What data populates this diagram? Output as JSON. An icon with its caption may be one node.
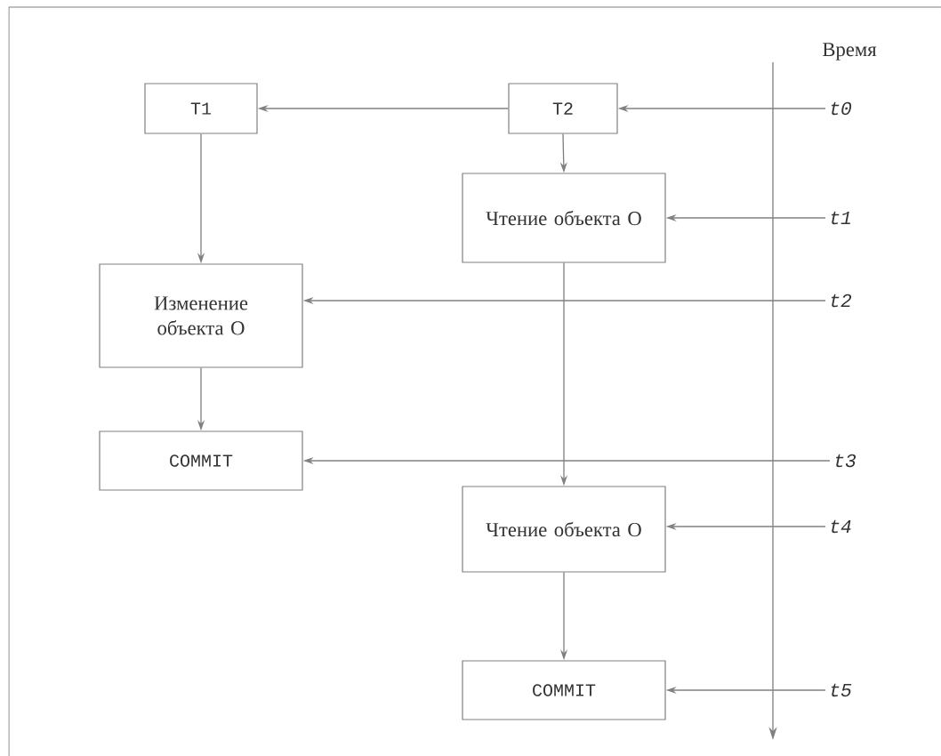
{
  "diagram": {
    "nodes": [
      {
        "text": [
          "T1"
        ]
      },
      {
        "text": [
          "T2"
        ]
      },
      {
        "text": [
          "Чтение объекта O"
        ]
      },
      {
        "text": [
          "Изменение объекта O"
        ]
      },
      {
        "text": [
          "COMMIT"
        ]
      },
      {
        "text": [
          "Чтение объекта O"
        ]
      },
      {
        "text": [
          "COMMIT"
        ]
      },
      {
        "text": [
          "t0"
        ]
      },
      {
        "text": [
          "t1"
        ]
      },
      {
        "text": [
          "t2"
        ]
      },
      {
        "text": [
          "t3"
        ]
      },
      {
        "text": [
          "t4"
        ]
      },
      {
        "text": [
          "t5"
        ]
      }
    ],
    "edges": [
      {
        "from": 1,
        "to": 0,
        "arrow": "to"
      },
      {
        "from": 1,
        "to": 2,
        "arrow": "to"
      },
      {
        "from": 0,
        "to": 3,
        "arrow": "to"
      },
      {
        "from": 3,
        "to": 4,
        "arrow": "to"
      },
      {
        "from": 2,
        "to": 5,
        "arrow": "to"
      },
      {
        "from": 5,
        "to": 6,
        "arrow": "to"
      },
      {
        "from": 7,
        "to": 1,
        "arrow": "to"
      },
      {
        "from": 8,
        "to": 2,
        "arrow": "to"
      },
      {
        "from": 9,
        "to": 3,
        "arrow": "to"
      },
      {
        "from": 10,
        "to": 4,
        "arrow": "to"
      },
      {
        "from": 11,
        "to": 5,
        "arrow": "to"
      },
      {
        "from": 12,
        "to": 6,
        "arrow": "to"
      }
    ],
    "labels": [
      "Время"
    ]
  }
}
